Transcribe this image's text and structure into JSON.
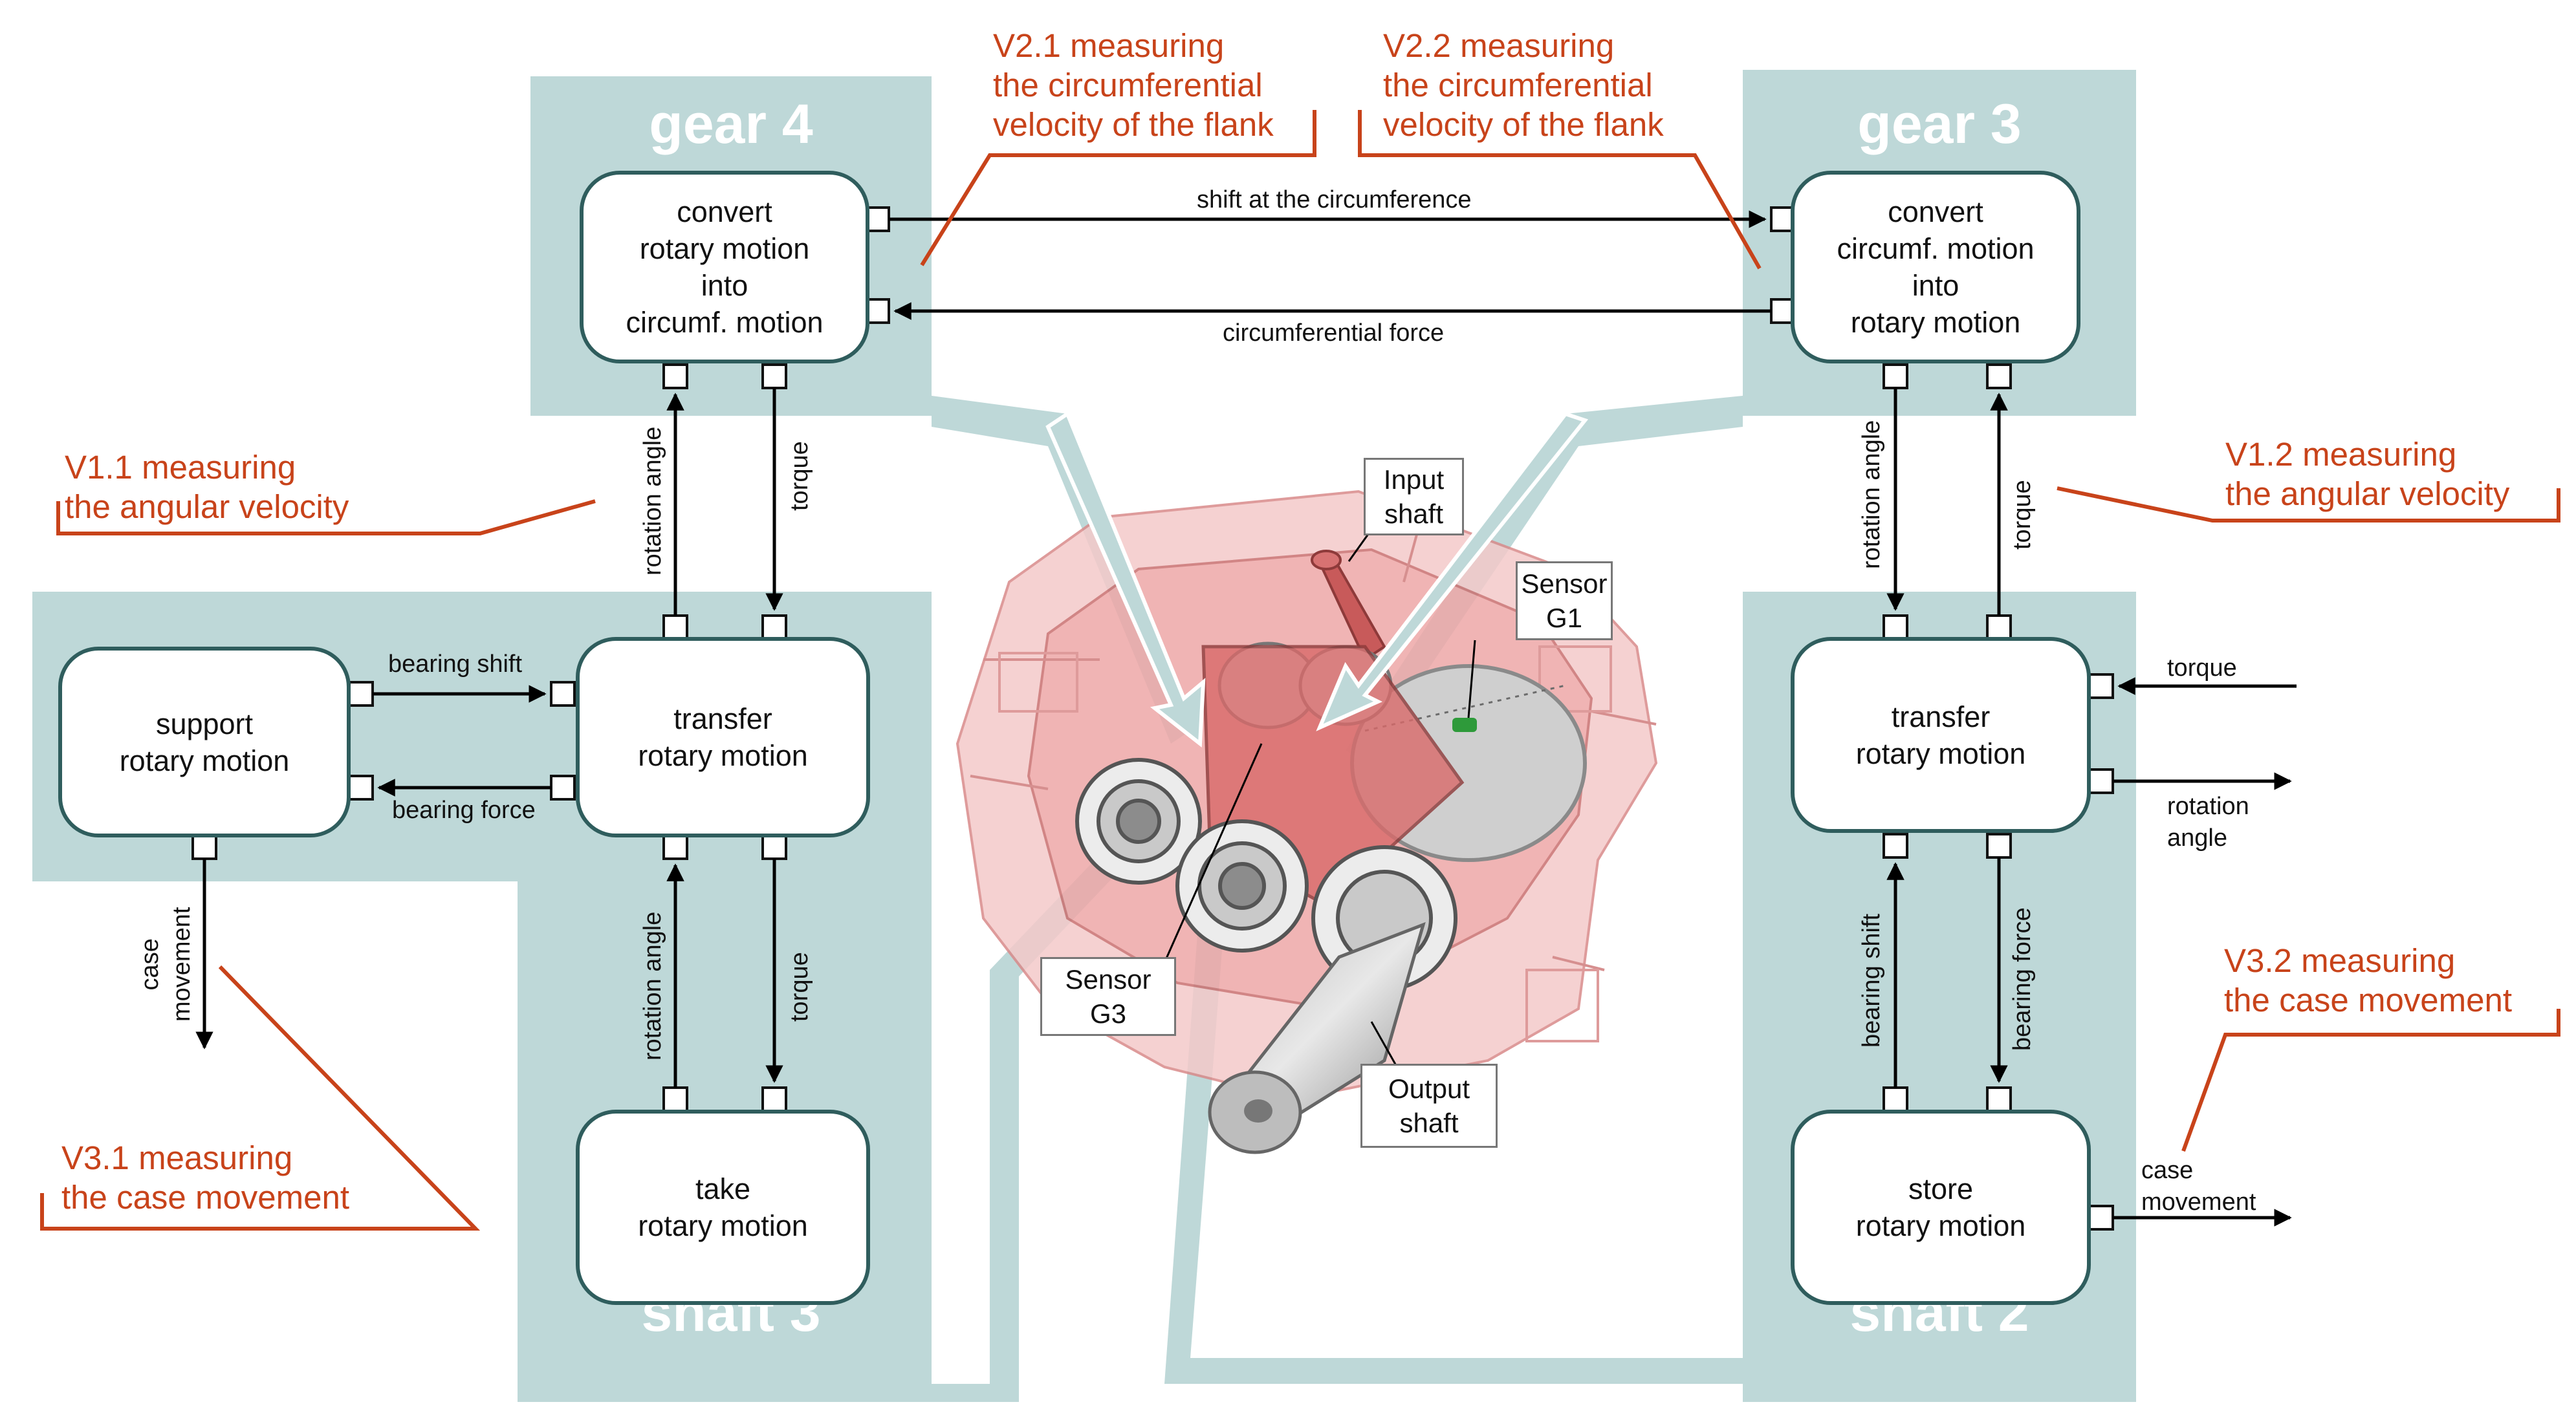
{
  "groups": {
    "gear4": "gear 4",
    "gear3": "gear 3",
    "shaft3": "shaft 3",
    "shaft2": "shaft 2"
  },
  "blocks": {
    "gear4_convert": "convert\nrotary motion\ninto\ncircumf. motion",
    "gear3_convert": "convert\ncircumf. motion\ninto\nrotary motion",
    "shaft3_support": "support\nrotary motion",
    "shaft3_transfer": "transfer\nrotary motion",
    "shaft3_take": "take\nrotary motion",
    "shaft2_transfer": "transfer\nrotary motion",
    "shaft2_store": "store\nrotary motion"
  },
  "flows": {
    "shift_circumference": "shift at the circumference",
    "circumferential_force": "circumferential force",
    "rotation_angle": "rotation angle",
    "torque": "torque",
    "bearing_shift": "bearing shift",
    "bearing_force": "bearing force",
    "case_movement": "case\nmovement",
    "rotation_angle_out": "rotation\nangle"
  },
  "measurements": {
    "v11": "V1.1 measuring\nthe angular velocity",
    "v12": "V1.2 measuring\nthe angular velocity",
    "v21": "V2.1 measuring\nthe circumferential\nvelocity of the flank",
    "v22": "V2.2 measuring\nthe circumferential\nvelocity of the flank",
    "v31": "V3.1 measuring\nthe case movement",
    "v32": "V3.2 measuring\nthe case movement"
  },
  "callouts": {
    "input_shaft": "Input\nshaft",
    "output_shaft": "Output\nshaft",
    "sensor_g1": "Sensor\nG1",
    "sensor_g3": "Sensor\nG3"
  },
  "colors": {
    "group_fill": "#bed8d8",
    "block_border": "#2f5d5d",
    "measurement": "#c8431a",
    "gearbox_housing": "#e79a9a"
  }
}
